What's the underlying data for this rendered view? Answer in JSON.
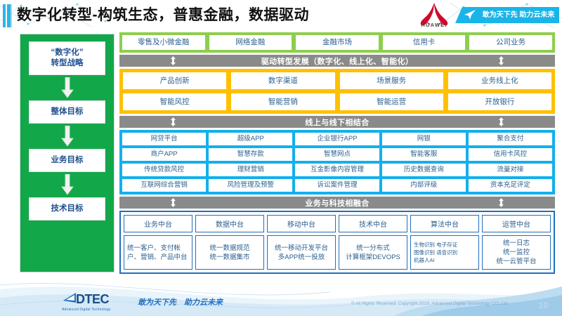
{
  "header": {
    "title": "数字化转型-构筑生态，普惠金融，数据驱动",
    "huawei_wordmark": "HUAWEI",
    "banner_text": "敢为天下先 助力云未来"
  },
  "sidebar": {
    "items": [
      {
        "label": "“数字化”\n转型战略"
      },
      {
        "label": "整体目标"
      },
      {
        "label": "业务目标"
      },
      {
        "label": "技术目标"
      }
    ],
    "line1": "“数字化”",
    "line2": "转型战略",
    "item2": "整体目标",
    "item3": "业务目标",
    "item4": "技术目标"
  },
  "business_lines": {
    "items": [
      "零售及小微金融",
      "网络金融",
      "金融市场",
      "信用卡",
      "公司业务"
    ]
  },
  "dividers": {
    "drive": "驱动转型发展（数字化、线上化、智能化）",
    "online_offline": "线上与线下相结合",
    "business_tech": "业务与科技相融合"
  },
  "orange_band": {
    "row1": [
      "产品创新",
      "数字渠道",
      "场景服务",
      "业务线上化"
    ],
    "row2": [
      "智能风控",
      "智能营销",
      "智能运营",
      "开放银行"
    ]
  },
  "blue_band": {
    "row1": [
      "网贷平台",
      "超级APP",
      "企业银行APP",
      "网银",
      "聚合支付"
    ],
    "row2": [
      "商户APP",
      "智慧存款",
      "智慧网点",
      "智能客服",
      "信用卡风控"
    ],
    "row3": [
      "传统贷款风控",
      "理财营销",
      "互金影像内容管理",
      "历史数据查询",
      "流量对接"
    ],
    "row4": [
      "互联网综合营销",
      "风险管理及预警",
      "诉讼案件管理",
      "内部评级",
      "资本充足评定"
    ]
  },
  "platform_band": {
    "headers": [
      "业务中台",
      "数据中台",
      "移动中台",
      "技术中台",
      "算法中台",
      "运营中台"
    ],
    "bodies": [
      "统一客户、支付帐户、营销、产品中台",
      "统一数据规范\n统一数据集市",
      "统一移动开发平台\n多APP统一投放",
      "统一分布式\n计算框架DEVOPS",
      "生物识别 电子存证\n图像识别 语音识别\n机器人AI",
      "统一日志\n统一监控\n统一云管平台"
    ],
    "body0": "统一客户、支付帐户、营销、产品中台",
    "body1_l1": "统一数据规范",
    "body1_l2": "统一数据集市",
    "body2_l1": "统一移动开发平台",
    "body2_l2": "多APP统一投放",
    "body3_l1": "统一分布式",
    "body3_l2": "计算框架DEVOPS",
    "body4_l1": "生物识别 电子存证",
    "body4_l2": "图像识别 语音识别",
    "body4_l3": "机器人AI",
    "body5_l1": "统一日志",
    "body5_l2": "统一监控",
    "body5_l3": "统一云管平台"
  },
  "footer": {
    "logo_text": "DTEC",
    "logo_sub": "Advanced Digital Technology",
    "slogan": "敢为天下先　助力云未来",
    "copyright": "© All Rights Reserved. Copyright 2019, Advanced Digital Technology CO.,Ltd",
    "page_number": "10"
  },
  "colors": {
    "sidebar_green": "#12a84a",
    "line_green": "#8ece4d",
    "orange": "#ffc000",
    "blue": "#12b0ec",
    "navy": "#1f6fc0",
    "divider_gray": "#8a8a8a",
    "huawei_red": "#cf0a2c",
    "banner_cyan": "#1ab4e8"
  }
}
